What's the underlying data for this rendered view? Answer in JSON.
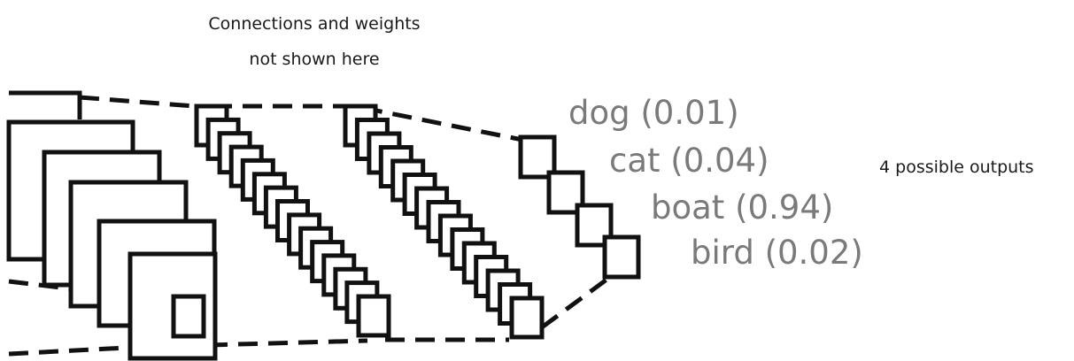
{
  "caption": {
    "line1": "Connections and weights",
    "line2": "not shown here"
  },
  "outputs": [
    {
      "label": "dog (0.01)"
    },
    {
      "label": "cat (0.04)"
    },
    {
      "label": "boat (0.94)"
    },
    {
      "label": "bird (0.02)"
    }
  ],
  "outputs_note": "4 possible outputs",
  "colors": {
    "lines": "#111111",
    "output_labels": "#7a7a7a",
    "caption_text": "#1a1a1a"
  }
}
